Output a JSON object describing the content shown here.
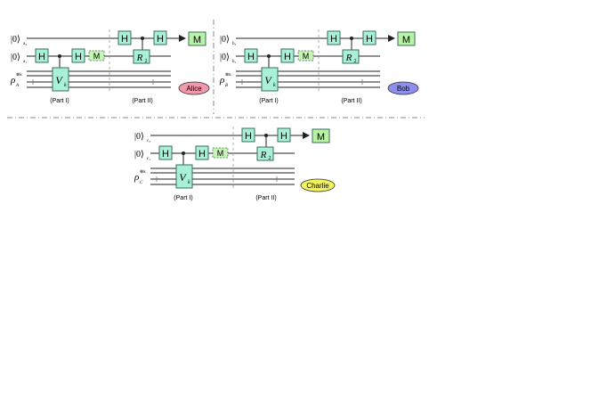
{
  "colors": {
    "gate_fill": "#a9f0d8",
    "gate_stroke": "#3a6e5e",
    "measure_fill": "#b8f2a6",
    "measure_dashed_fill": "#c6f5b4",
    "alice_fill": "#f199ab",
    "bob_fill": "#8d8ff0",
    "charlie_fill": "#f2f25a",
    "wire": "#222222",
    "divider": "#888888"
  },
  "gate_labels": {
    "hadamard": "H",
    "measure": "M",
    "unitary": "V",
    "unitary_sub": "k",
    "rotation": "R"
  },
  "parts": {
    "part1": "(Part I)",
    "part2": "(Part II)"
  },
  "circuits": [
    {
      "party": "Alice",
      "ket_top": "|0⟩",
      "ket_top_sub": "a₂",
      "ket_mid": "|0⟩",
      "ket_mid_sub": "a₁",
      "rho": "ρ",
      "rho_sub": "A",
      "rho_sup": "⊗k",
      "r_sub": "2"
    },
    {
      "party": "Bob",
      "ket_top": "|0⟩",
      "ket_top_sub": "b₂",
      "ket_mid": "|0⟩",
      "ket_mid_sub": "b₁",
      "rho": "ρ",
      "rho_sub": "B",
      "rho_sup": "⊗k",
      "r_sub": "2"
    },
    {
      "party": "Charlie",
      "ket_top": "|0⟩",
      "ket_top_sub": "c₂",
      "ket_mid": "|0⟩",
      "ket_mid_sub": "c₁",
      "rho": "ρ",
      "rho_sub": "C",
      "rho_sup": "⊗k",
      "r_sub": "2"
    }
  ]
}
